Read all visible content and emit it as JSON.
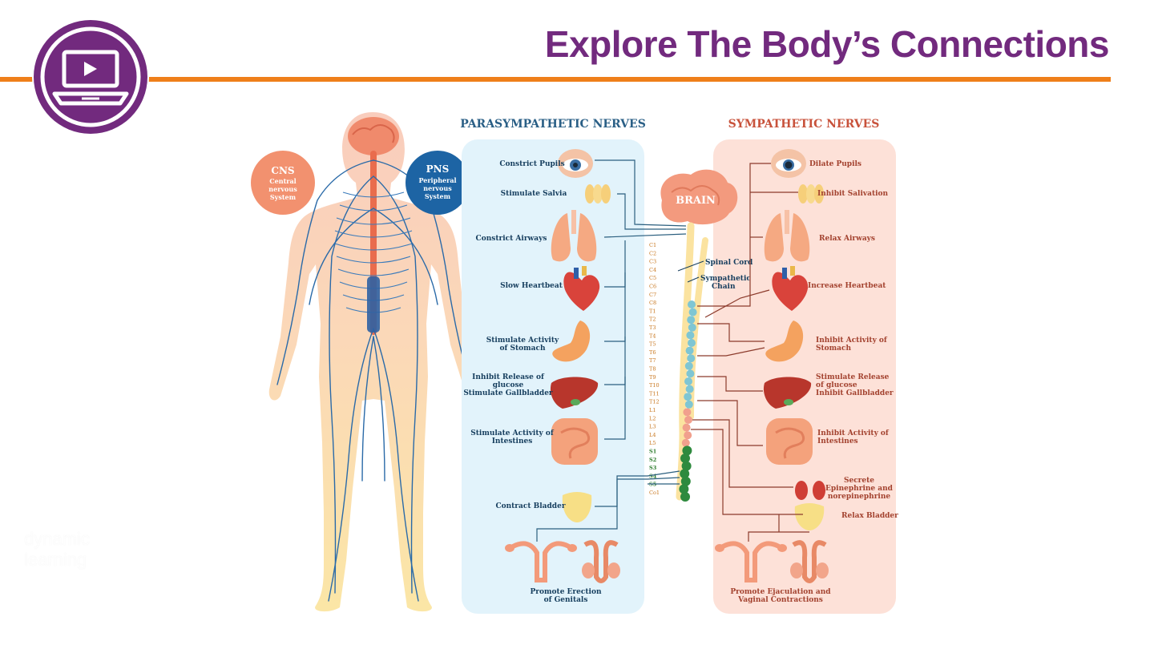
{
  "header": {
    "title": "Explore The Body’s Connections"
  },
  "colors": {
    "accent_purple": "#722a7e",
    "accent_orange": "#ef7f1a",
    "parasympathetic_blue": "#2a5f86",
    "sympathetic_red": "#c8523b"
  },
  "badge": {
    "icon": "laptop-play-icon"
  },
  "diagram": {
    "cns": {
      "line1": "CNS",
      "line2": "Central",
      "line3": "nervous",
      "line4": "System"
    },
    "pns": {
      "line1": "PNS",
      "line2": "Peripheral",
      "line3": "nervous",
      "line4": "System"
    },
    "parasympathetic": {
      "heading": "PARASYMPATHETIC NERVES",
      "labels": [
        [
          "Constrict Pupils"
        ],
        [
          "Stimulate Salvia"
        ],
        [
          "Constrict Airways"
        ],
        [
          "Slow Heartbeat"
        ],
        [
          "Stimulate Activity",
          "of Stomach"
        ],
        [
          "Inhibit Release of",
          "glucose",
          "Stimulate Gallbladder"
        ],
        [
          "Stimulate Activity of",
          "Intestines"
        ],
        [
          "Contract Bladder"
        ],
        [
          "Promote Erection",
          "of Genitals"
        ]
      ]
    },
    "sympathetic": {
      "heading": "SYMPATHETIC NERVES",
      "labels": [
        [
          "Dilate Pupils"
        ],
        [
          "Inhibit Salivation"
        ],
        [
          "Relax Airways"
        ],
        [
          "Increase Heartbeat"
        ],
        [
          "Inhibit Activity of",
          "Stomach"
        ],
        [
          "Stimulate Release",
          "of glucose",
          "Inhibit Gallbladder"
        ],
        [
          "Inhibit Activity of",
          "Intestines"
        ],
        [
          "Secrete",
          "Epinephrine and",
          "norepinephrine"
        ],
        [
          "Relax Bladder"
        ],
        [
          "Promote Ejaculation and",
          "Vaginal Contractions"
        ]
      ]
    },
    "brain_label": "BRAIN",
    "spinal_cord_label": "Spinal Cord",
    "sympathetic_chain_label": [
      "Sympathetic",
      "Chain"
    ],
    "vertebrae": [
      "C1",
      "C2",
      "C3",
      "C4",
      "C5",
      "C6",
      "C7",
      "C8",
      "T1",
      "T2",
      "T3",
      "T4",
      "T5",
      "T6",
      "T7",
      "T8",
      "T9",
      "T10",
      "T11",
      "T12",
      "L1",
      "L2",
      "L3",
      "L4",
      "L5",
      "S1",
      "S2",
      "S3",
      "S4",
      "S5",
      "Co1"
    ]
  },
  "watermark": {
    "line1": "dynamic",
    "line2": "learning"
  }
}
